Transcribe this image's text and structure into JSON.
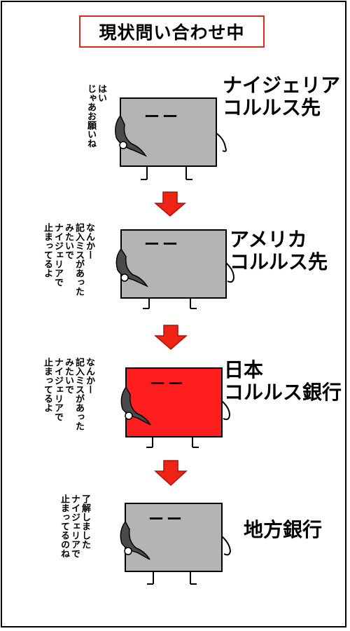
{
  "title": "現状問い合わせ中",
  "colors": {
    "gray_box": "#b4b4b4",
    "red_box": "#ff1e1e",
    "arrow": "#f02415",
    "title_border": "#e0281e"
  },
  "panels": [
    {
      "label": "ナイジェリア\nコルルス先",
      "speech": "はい\nじゃあお願いね",
      "face": "ーー",
      "box_color": "gray"
    },
    {
      "label": "アメリカ\nコルルス先",
      "speech": "なんかー\n記入ミスがあった\nみたいで\nナイジェリアで\n止まってるよ",
      "face": "ーー",
      "box_color": "gray"
    },
    {
      "label": "日本\nコルルス銀行",
      "speech": "なんかー\n記入ミスがあった\nみたいで\nナイジェリアで\n止まってるよ",
      "face": "ーー",
      "box_color": "red"
    },
    {
      "label": "地方銀行",
      "speech": "了解しました\nナイジェリアで\n止まってるのね",
      "face": "ーー",
      "box_color": "gray"
    }
  ]
}
